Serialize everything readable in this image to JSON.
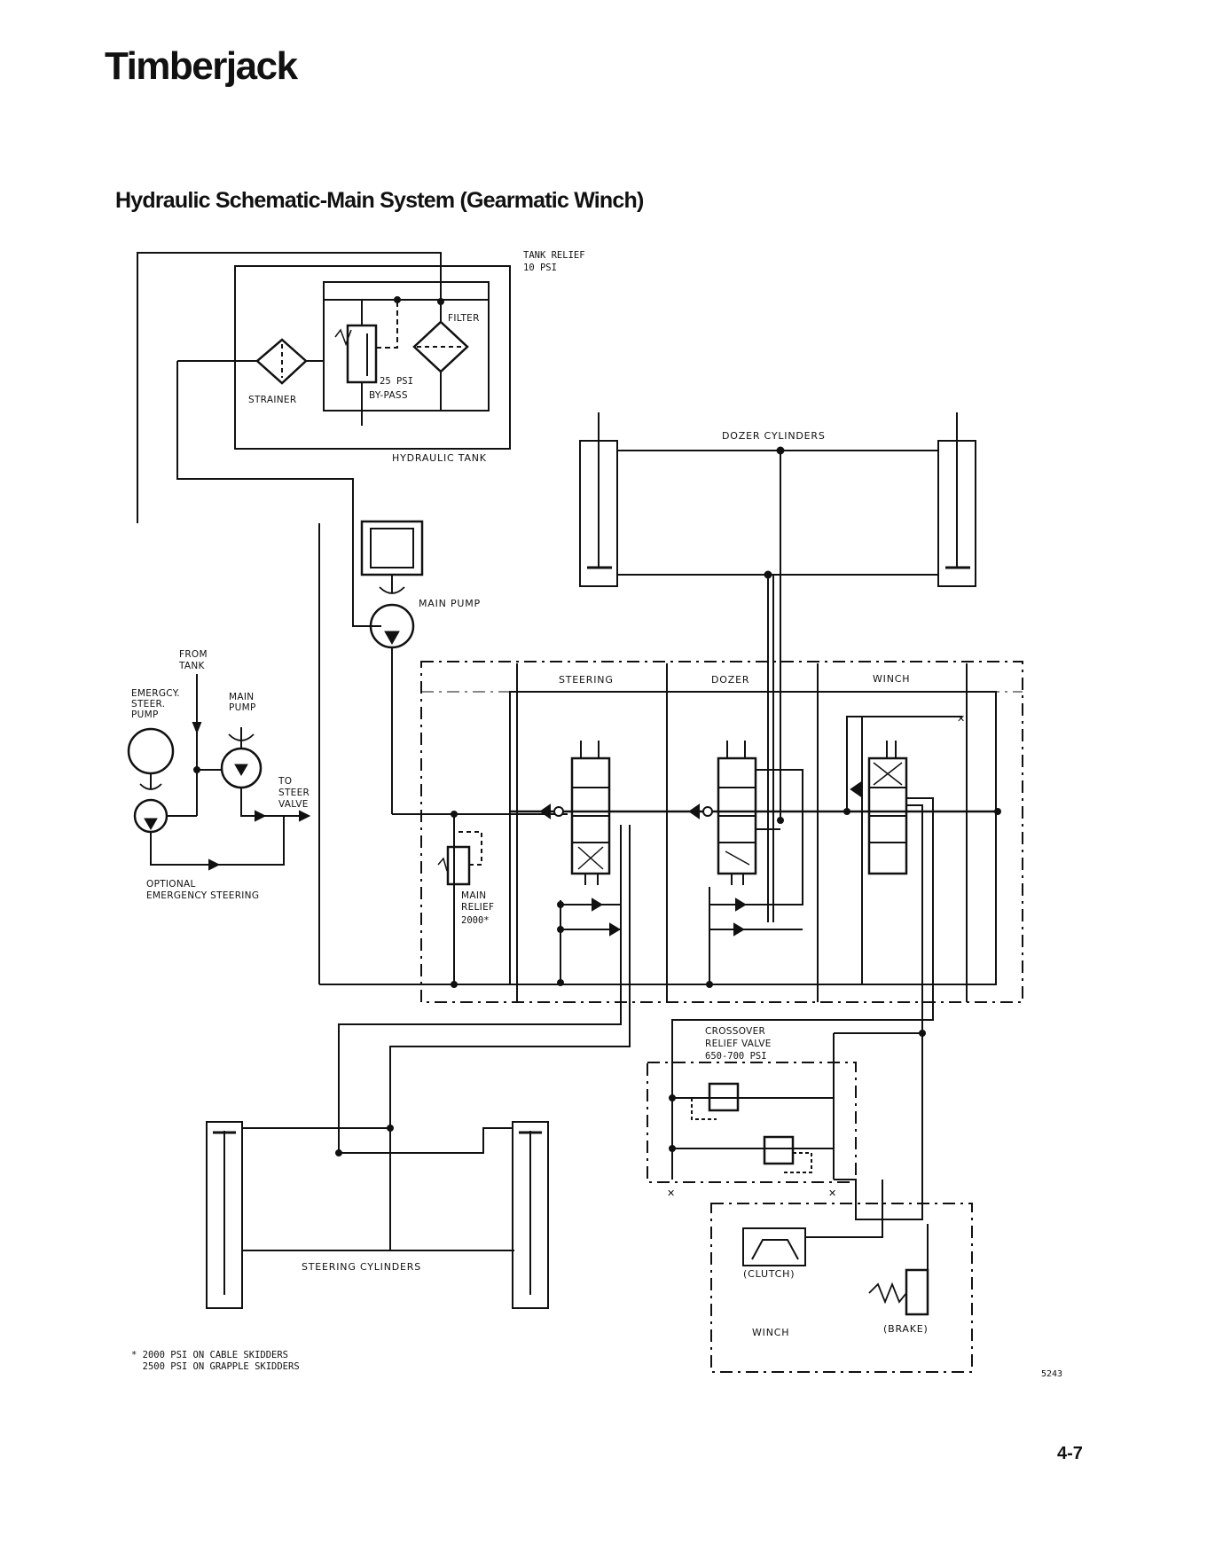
{
  "header": {
    "brand": "Timberjack",
    "title": "Hydraulic Schematic-Main System (Gearmatic Winch)"
  },
  "diagram": {
    "tank_relief": [
      "TANK RELIEF",
      "10 PSI"
    ],
    "filter": "FILTER",
    "bypass": [
      "25 PSI",
      "BY-PASS"
    ],
    "strainer": "STRAINER",
    "hydraulic_tank": "HYDRAULIC TANK",
    "dozer_cylinders": "DOZER CYLINDERS",
    "main_pump": "MAIN PUMP",
    "from_tank": [
      "FROM",
      "TANK"
    ],
    "emergency_pump": [
      "EMERGCY.",
      "STEER.",
      "PUMP"
    ],
    "main_pump_small": [
      "MAIN",
      "PUMP"
    ],
    "to_steer_valve": [
      "TO",
      "STEER",
      "VALVE"
    ],
    "optional": [
      "OPTIONAL",
      "EMERGENCY STEERING"
    ],
    "section_steering": "STEERING",
    "section_dozer": "DOZER",
    "section_winch": "WINCH",
    "main_relief": [
      "MAIN",
      "RELIEF",
      "2000*"
    ],
    "crossover": [
      "CROSSOVER",
      "RELIEF VALVE",
      "650-700 PSI"
    ],
    "steering_cylinders": "STEERING CYLINDERS",
    "clutch": "(CLUTCH)",
    "winch": "WINCH",
    "brake": "(BRAKE)"
  },
  "footnote": [
    "* 2000 PSI ON CABLE SKIDDERS",
    "  2500 PSI ON GRAPPLE SKIDDERS"
  ],
  "figure_number": "5243",
  "page_number": "4-7"
}
